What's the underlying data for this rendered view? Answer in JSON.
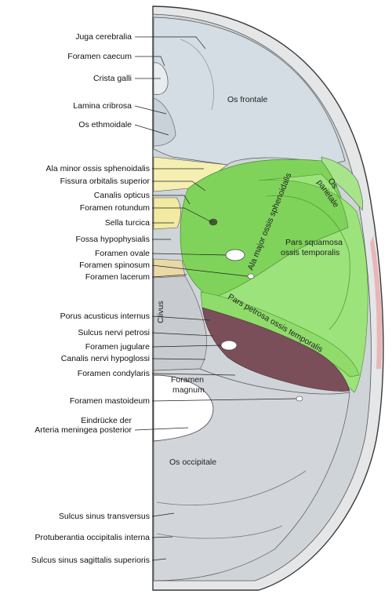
{
  "labels": {
    "juga_cerebralia": "Juga cerebralia",
    "foramen_caecum": "Foramen caecum",
    "crista_galli": "Crista galli",
    "lamina_cribrosa": "Lamina cribrosa",
    "os_ethmoidale": "Os ethmoidale",
    "ala_minor": "Ala minor ossis sphenoidalis",
    "fissura_orbitalis": "Fissura orbitalis superior",
    "canalis_opticus": "Canalis opticus",
    "foramen_rotundum": "Foramen rotundum",
    "sella_turcica": "Sella turcica",
    "fossa_hypophysialis": "Fossa hypophysialis",
    "foramen_ovale": "Foramen ovale",
    "foramen_spinosum": "Foramen spinosum",
    "foramen_lacerum": "Foramen lacerum",
    "porus_acusticus": "Porus acusticus internus",
    "sulcus_nervi_petrosi": "Sulcus nervi petrosi",
    "foramen_jugulare": "Foramen jugulare",
    "canalis_hypoglossi": "Canalis nervi hypoglossi",
    "foramen_condylaris": "Foramen condylaris",
    "foramen_mastoideum": "Foramen mastoideum",
    "eindruecke_1": "Eindrücke der",
    "eindruecke_2": "Arteria meningea posterior",
    "sulcus_transversus": "Sulcus sinus transversus",
    "protuberantia": "Protuberantia occipitalis interna",
    "sulcus_sagittalis": "Sulcus sinus sagittalis superioris"
  },
  "inner_labels": {
    "os_frontale": "Os frontale",
    "os_parietale_1": "Os",
    "os_parietale_2": "parietale",
    "ala_major": "Ala major ossis sphenoidalis",
    "pars_squamosa_1": "Pars squamosa",
    "pars_squamosa_2": "ossis temporalis",
    "pars_petrosa": "Pars petrosa ossis temporalis",
    "clivus": "Clivus",
    "foramen_magnum_1": "Foramen",
    "foramen_magnum_2": "magnum",
    "os_occipitale": "Os occipitale"
  },
  "colors": {
    "frontal": "#d3dde3",
    "ethmoid_yellow": "#f5efb2",
    "sphenoid_green": "#7fd35a",
    "temporal_green": "#9be37a",
    "petrous_maroon": "#7a4f5a",
    "occipital": "#d2d6da",
    "pink_edge": "#e9b6b8",
    "outline": "#3a3a3a"
  }
}
